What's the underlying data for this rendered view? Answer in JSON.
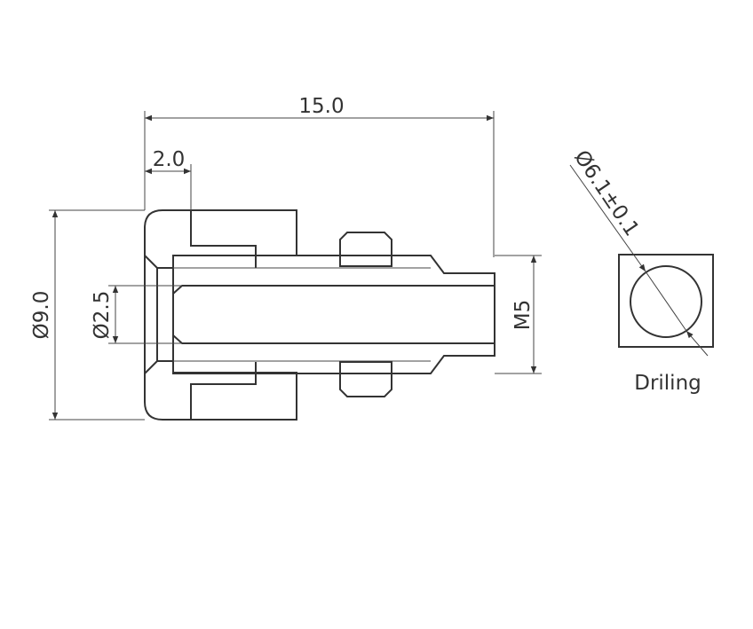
{
  "drawing": {
    "dimensions": {
      "overall_length": "15.0",
      "cap_depth": "2.0",
      "outer_diameter": "Ø9.0",
      "bore_diameter": "Ø2.5",
      "thread": "M5",
      "drill_diameter": "Ø6.1±0.1"
    },
    "detail_label": "Driling",
    "hatch": {
      "cap": "crosshatch",
      "tube": "diagonal",
      "nut": "diagonal"
    },
    "line_color": "#333333"
  }
}
